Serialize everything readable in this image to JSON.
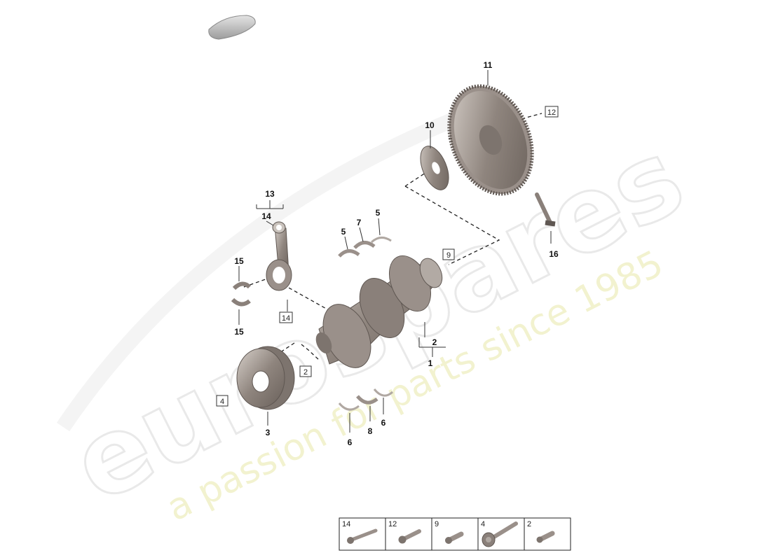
{
  "watermark": {
    "brand": "eurospares",
    "slogan": "a passion for parts since 1985"
  },
  "icons": {
    "vehicle": "car-silhouette-icon",
    "bolt": "bolt-icon"
  },
  "callouts": {
    "c1": "1",
    "c2": "2",
    "c3": "3",
    "c5a": "5",
    "c5b": "5",
    "c6a": "6",
    "c6b": "6",
    "c7": "7",
    "c8": "8",
    "c10": "10",
    "c11": "11",
    "c13": "13",
    "c14": "14",
    "c15a": "15",
    "c15b": "15",
    "c16": "16"
  },
  "boxed_refs": {
    "b2": "2",
    "b4": "4",
    "b9": "9",
    "b12": "12",
    "b14": "14"
  },
  "legend": {
    "cells": [
      {
        "ref": "14",
        "icon": "bolt-icon"
      },
      {
        "ref": "12",
        "icon": "bolt-icon"
      },
      {
        "ref": "9",
        "icon": "bolt-icon"
      },
      {
        "ref": "4",
        "icon": "bolt-with-washer-icon"
      },
      {
        "ref": "2",
        "icon": "bolt-icon"
      }
    ]
  },
  "colors": {
    "part_fill": "#8a807a",
    "part_light": "#c9c2bc",
    "part_dark": "#5f5752",
    "watermark_slogan": "#eeeec0"
  }
}
